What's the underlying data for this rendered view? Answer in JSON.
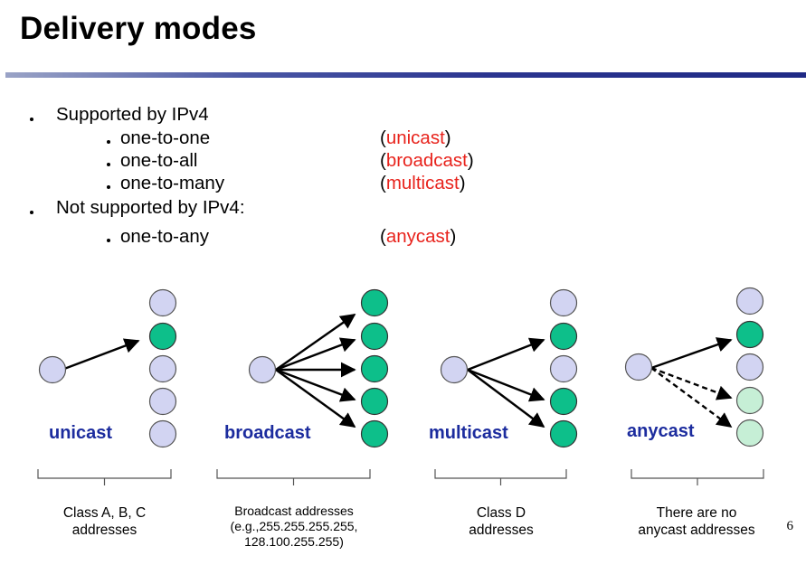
{
  "title": "Delivery modes",
  "list": {
    "group1": "Supported by IPv4",
    "group1_items": [
      {
        "label": "one-to-one",
        "mode": "unicast"
      },
      {
        "label": "one-to-all",
        "mode": "broadcast"
      },
      {
        "label": "one-to-many",
        "mode": "multicast"
      }
    ],
    "group2": "Not supported by IPv4:",
    "group2_items": [
      {
        "label": "one-to-any",
        "mode": "anycast"
      }
    ]
  },
  "diagrams": [
    {
      "label": "unicast",
      "caption": [
        "Class A, B, C",
        "addresses"
      ]
    },
    {
      "label": "broadcast",
      "caption": [
        "Broadcast addresses",
        "(e.g.,255.255.255.255,",
        "128.100.255.255)"
      ]
    },
    {
      "label": "multicast",
      "caption": [
        "Class D",
        "addresses"
      ]
    },
    {
      "label": "anycast",
      "caption": [
        "There are no",
        "anycast addresses"
      ]
    }
  ],
  "page_number": "6",
  "colors": {
    "node_fill": "#d2d4f2",
    "target_fill": "#0dbf8a",
    "anycast_alt_fill": "#c6efd6",
    "accent_red": "#e8231c",
    "label_blue": "#1c2c9e"
  }
}
